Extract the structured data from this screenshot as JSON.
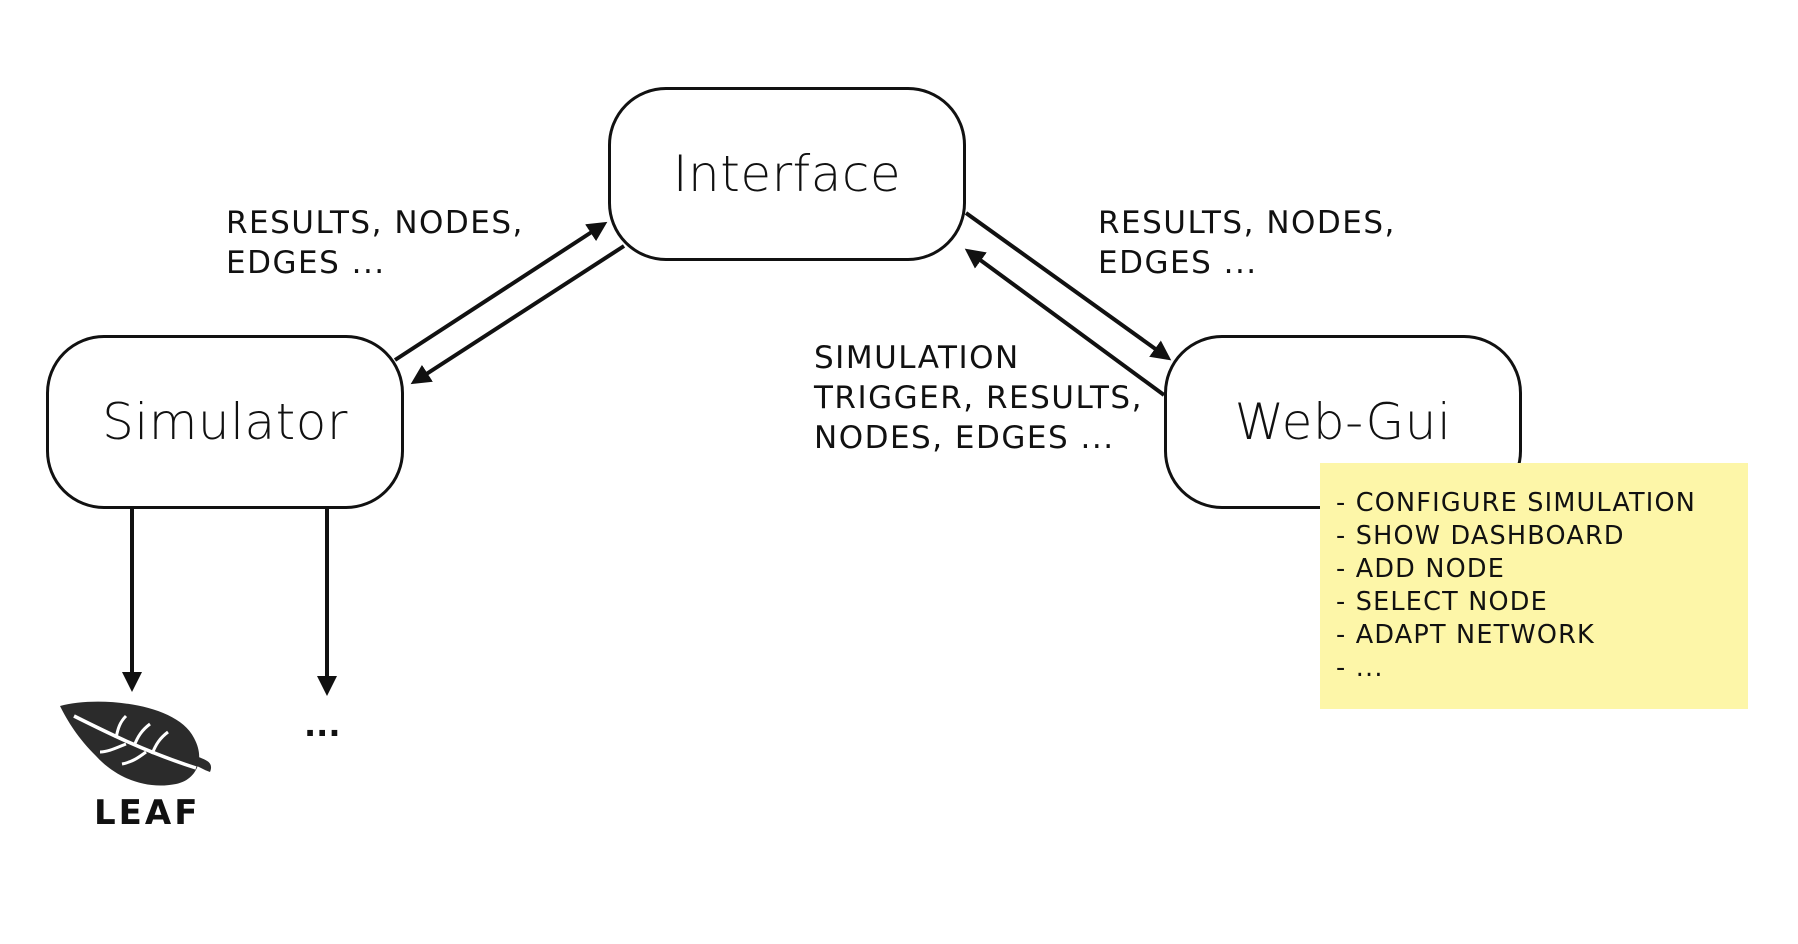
{
  "nodes": {
    "interface": "Interface",
    "simulator": "Simulator",
    "webgui": "Web-Gui"
  },
  "edge_labels": {
    "simulator_to_interface": [
      "RESULTS, NODES,",
      "EDGES ..."
    ],
    "interface_to_webgui": [
      "RESULTS, NODES,",
      "EDGES ..."
    ],
    "webgui_to_interface": [
      "SIMULATION",
      "TRIGGER, RESULTS,",
      "NODES, EDGES ..."
    ]
  },
  "webgui_features": [
    "- CONFIGURE SIMULATION",
    "- SHOW DASHBOARD",
    "- ADD NODE",
    "- SELECT NODE",
    "- ADAPT NETWORK",
    "- ..."
  ],
  "outputs": {
    "leaf_label": "LEAF",
    "other": "..."
  },
  "colors": {
    "stroke": "#111111",
    "note_background": "#fdf6a8"
  },
  "icons": [
    "leaf-icon"
  ]
}
